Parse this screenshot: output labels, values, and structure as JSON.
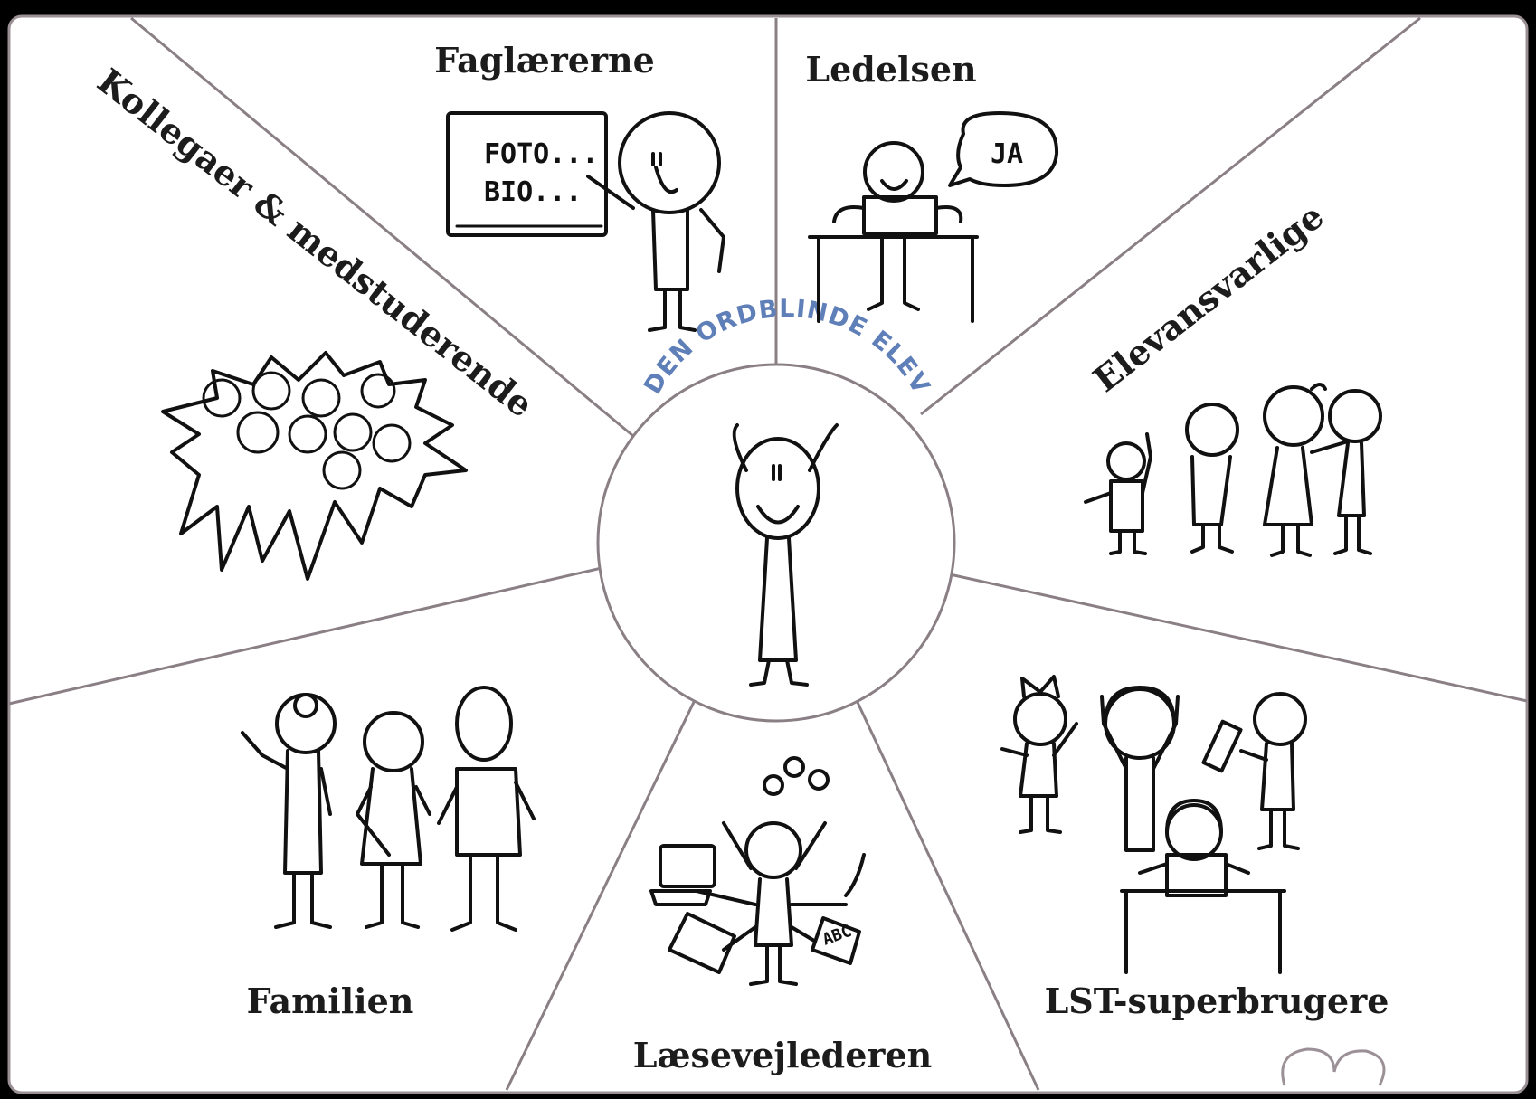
{
  "center": {
    "title": "DEN ORDBLINDE ELEV"
  },
  "sections": {
    "faglaererne": {
      "label": "Faglærerne",
      "board_line_1": "FOTO...",
      "board_line_2": "BIO..."
    },
    "ledelsen": {
      "label": "Ledelsen",
      "speech": "JA"
    },
    "kollegaer": {
      "label": "Kollegaer & medstuderende"
    },
    "elevansvarlige": {
      "label": "Elevansvarlige"
    },
    "familien": {
      "label": "Familien"
    },
    "laesevejlederen": {
      "label": "Læsevejlederen",
      "paper_text": "ABC"
    },
    "lst": {
      "label": "LST-superbrugere"
    }
  },
  "colors": {
    "background": "#000000",
    "panel": "#ffffff",
    "divider": "#8a7f85",
    "center_text": "#5f7fb8"
  }
}
